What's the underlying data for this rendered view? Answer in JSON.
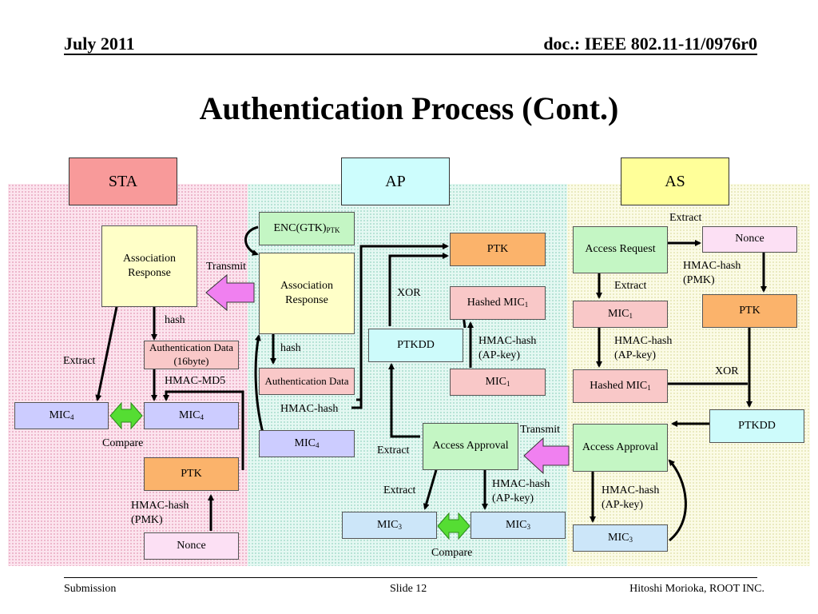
{
  "header": {
    "date": "July 2011",
    "doc_id": "doc.: IEEE 802.11-11/0976r0"
  },
  "title": "Authentication Process (Cont.)",
  "columns": {
    "sta": "STA",
    "ap": "AP",
    "as": "AS"
  },
  "sta": {
    "association_response": "Association Response",
    "auth_data": "Authentication Data (16byte)",
    "mic4_left": "MIC",
    "mic4_left_sub": "4",
    "mic4_right": "MIC",
    "mic4_right_sub": "4",
    "ptk": "PTK",
    "nonce": "Nonce",
    "lbl_hash": "hash",
    "lbl_extract": "Extract",
    "lbl_hmac_md5": "HMAC-MD5",
    "lbl_compare": "Compare",
    "lbl_hmac_pmk": "HMAC-hash\n(PMK)",
    "lbl_transmit": "Transmit"
  },
  "ap": {
    "enc_gtk": "ENC(GTK)",
    "enc_gtk_sub": "PTK",
    "association_response": "Association Response",
    "auth_data": "Authentication Data",
    "mic4": "MIC",
    "mic4_sub": "4",
    "ptk": "PTK",
    "hashed_mic1": "Hashed MIC",
    "hashed_mic1_sub": "1",
    "ptkdd": "PTKDD",
    "mic1": "MIC",
    "mic1_sub": "1",
    "access_approval": "Access Approval",
    "mic3_left": "MIC",
    "mic3_left_sub": "3",
    "mic3_right": "MIC",
    "mic3_right_sub": "3",
    "lbl_hash": "hash",
    "lbl_hmac_hash": "HMAC-hash",
    "lbl_xor": "XOR",
    "lbl_hmac_apkey": "HMAC-hash\n(AP-key)",
    "lbl_extract_1": "Extract",
    "lbl_extract_2": "Extract",
    "lbl_hmac_apkey_2": "HMAC-hash\n(AP-key)",
    "lbl_compare": "Compare",
    "lbl_transmit": "Transmit"
  },
  "as": {
    "access_request": "Access Request",
    "nonce": "Nonce",
    "mic1": "MIC",
    "mic1_sub": "1",
    "ptk": "PTK",
    "hashed_mic1": "Hashed MIC",
    "hashed_mic1_sub": "1",
    "ptkdd": "PTKDD",
    "access_approval": "Access Approval",
    "mic3": "MIC",
    "mic3_sub": "3",
    "lbl_extract_top": "Extract",
    "lbl_hmac_pmk": "HMAC-hash\n(PMK)",
    "lbl_extract": "Extract",
    "lbl_hmac_apkey": "HMAC-hash\n(AP-key)",
    "lbl_xor": "XOR",
    "lbl_hmac_apkey_2": "HMAC-hash\n(AP-key)"
  },
  "footer": {
    "left": "Submission",
    "center": "Slide 12",
    "right": "Hitoshi Morioka, ROOT INC."
  },
  "colors": {
    "sta_header": "#f89a9a",
    "ap_header": "#cdfdfd",
    "as_header": "#ffff99",
    "transmit_arrow": "#f080f0",
    "compare_arrow": "#55dd33"
  }
}
